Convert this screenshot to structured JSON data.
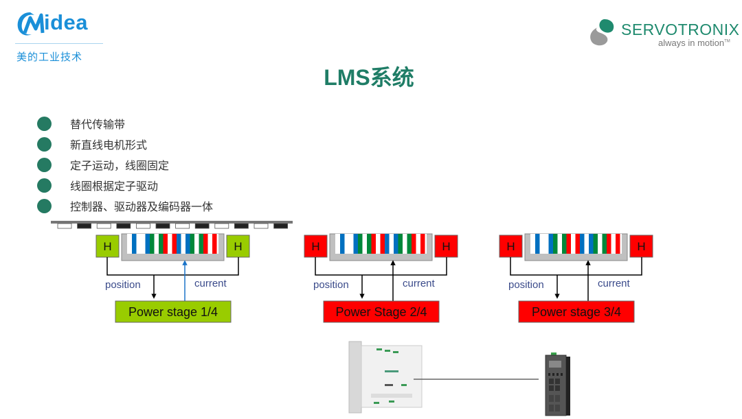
{
  "header": {
    "brand_left": "Midea",
    "brand_left_sub": "美的工业技术",
    "brand_right": "SERVOTRONIX",
    "brand_right_tagline": "always in motion",
    "brand_right_tm": "TM"
  },
  "title": "LMS系统",
  "bullets": [
    "替代传输带",
    "新直线电机形式",
    "定子运动，线圈固定",
    "线圈根据定子驱动",
    "控制器、驱动器及编码器一体"
  ],
  "diagram": {
    "stages": [
      {
        "hall_label_left": "H",
        "hall_label_right": "H",
        "position_label": "position",
        "current_label": "current",
        "power_stage_label": "Power stage 1/4",
        "state": "active",
        "color": "#99cc00",
        "current_arrow_color": "#1a73c8"
      },
      {
        "hall_label_left": "H",
        "hall_label_right": "H",
        "position_label": "position",
        "current_label": "current",
        "power_stage_label": "Power Stage 2/4",
        "state": "inactive",
        "color": "#ff0000",
        "current_arrow_color": "#000000"
      },
      {
        "hall_label_left": "H",
        "hall_label_right": "H",
        "position_label": "position",
        "current_label": "current",
        "power_stage_label": "Power stage 3/4",
        "state": "inactive",
        "color": "#ff0000",
        "current_arrow_color": "#000000"
      }
    ],
    "coil_pattern": [
      "B",
      "BG",
      "GR",
      "RB",
      "BG",
      "GR",
      "R"
    ],
    "magnet_pattern": [
      "white",
      "black",
      "white",
      "black",
      "white",
      "black",
      "white",
      "black",
      "white",
      "black",
      "white",
      "black"
    ],
    "colors": {
      "blue": "#0070c0",
      "green": "#00883a",
      "red": "#ff0000",
      "stator": "#c0c0c0",
      "label": "#3a4a8a"
    },
    "devices": [
      "servo-drive",
      "controller"
    ]
  },
  "colors": {
    "title": "#1f7d66",
    "bullet": "#257a62",
    "midea": "#1a8fd8",
    "servotronix": "#1f8a6e"
  }
}
